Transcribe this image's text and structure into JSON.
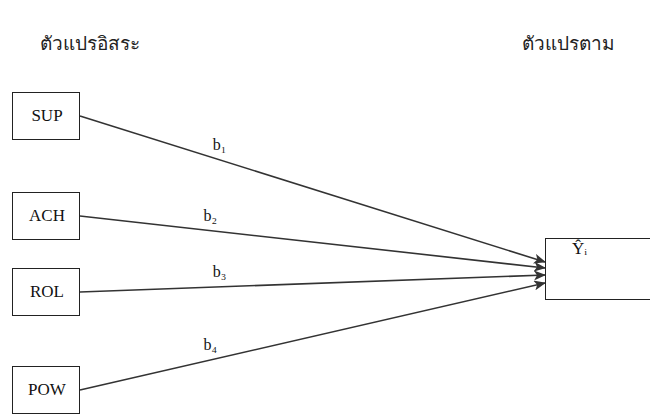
{
  "diagram": {
    "nodes": [
      {
        "text": [
          "SUP"
        ]
      },
      {
        "text": [
          "ACH"
        ]
      },
      {
        "text": [
          "ROL"
        ]
      },
      {
        "text": [
          "POW"
        ]
      },
      {
        "text": [
          "Ŷᵢ"
        ]
      }
    ],
    "edges": [
      {
        "from": 0,
        "to": 4,
        "label": "b₁",
        "arrow": "to"
      },
      {
        "from": 1,
        "to": 4,
        "label": "b₂",
        "arrow": "to"
      },
      {
        "from": 2,
        "to": 4,
        "label": "b₃",
        "arrow": "to"
      },
      {
        "from": 3,
        "to": 4,
        "label": "b₄",
        "arrow": "to"
      }
    ],
    "labels": [
      "ตัวแปรอิสระ",
      "ตัวแปรตาม"
    ]
  }
}
